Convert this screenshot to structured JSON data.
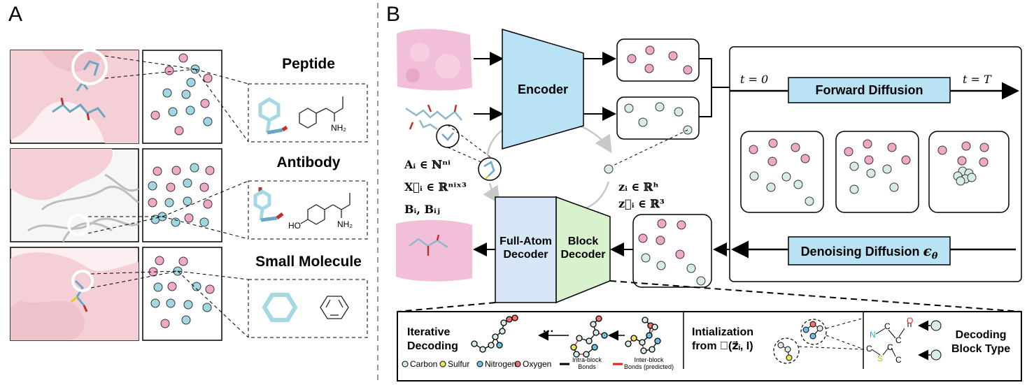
{
  "panel_a": {
    "letter": "A",
    "categories": [
      {
        "name": "Peptide"
      },
      {
        "name": "Antibody"
      },
      {
        "name": "Small Molecule"
      }
    ],
    "molecule_labels": {
      "nh2": "NH₂",
      "ho": "HO"
    }
  },
  "panel_b": {
    "letter": "B",
    "encoder_label": "Encoder",
    "full_atom_decoder_label": "Full-Atom\nDecoder",
    "block_decoder_label": "Block\nDecoder",
    "forward_diffusion_label": "Forward Diffusion",
    "denoising_label": "Denoising Diffusion",
    "denoising_symbol": "ϵ",
    "denoising_subscript": "θ",
    "t0_label": "t = 0",
    "tT_label": "t = T",
    "a_i": "Aᵢ ∈ ℕⁿⁱ",
    "x_i": "X⃗ᵢ ∈ ℝⁿⁱˣ³",
    "b_i": "Bᵢ, Bᵢⱼ",
    "z_i": "zᵢ ∈ ℝʰ",
    "z_vec": "z⃗ᵢ ∈ ℝ³",
    "iterative_decoding": "Iterative\nDecoding",
    "initialization": "Intialization\nfrom 𝒩(z⃗ᵢ, I)",
    "decoding_block_type": "Decoding\nBlock Type",
    "ellipsis": "···",
    "legend": {
      "carbon": "Carbon",
      "sulfur": "Sulfur",
      "nitrogen": "Nitrogen",
      "oxygen": "Oxygen",
      "intra": "Intra-block\nBonds",
      "inter": "Inter-block\nBonds (predicted)"
    },
    "atoms": {
      "n": "N",
      "c": "C",
      "o": "O",
      "s": "S"
    }
  },
  "colors": {
    "pink_node": "#f0a8c8",
    "teal_node": "#9fd8e0",
    "mint_node": "#d6ece4",
    "encoder_fill": "#b9e3f5",
    "full_atom_fill": "#d6e6f6",
    "block_fill": "#d7f2cc",
    "diffusion_fill": "#b9e3f5",
    "protein_surface": "#f4d4d8"
  }
}
